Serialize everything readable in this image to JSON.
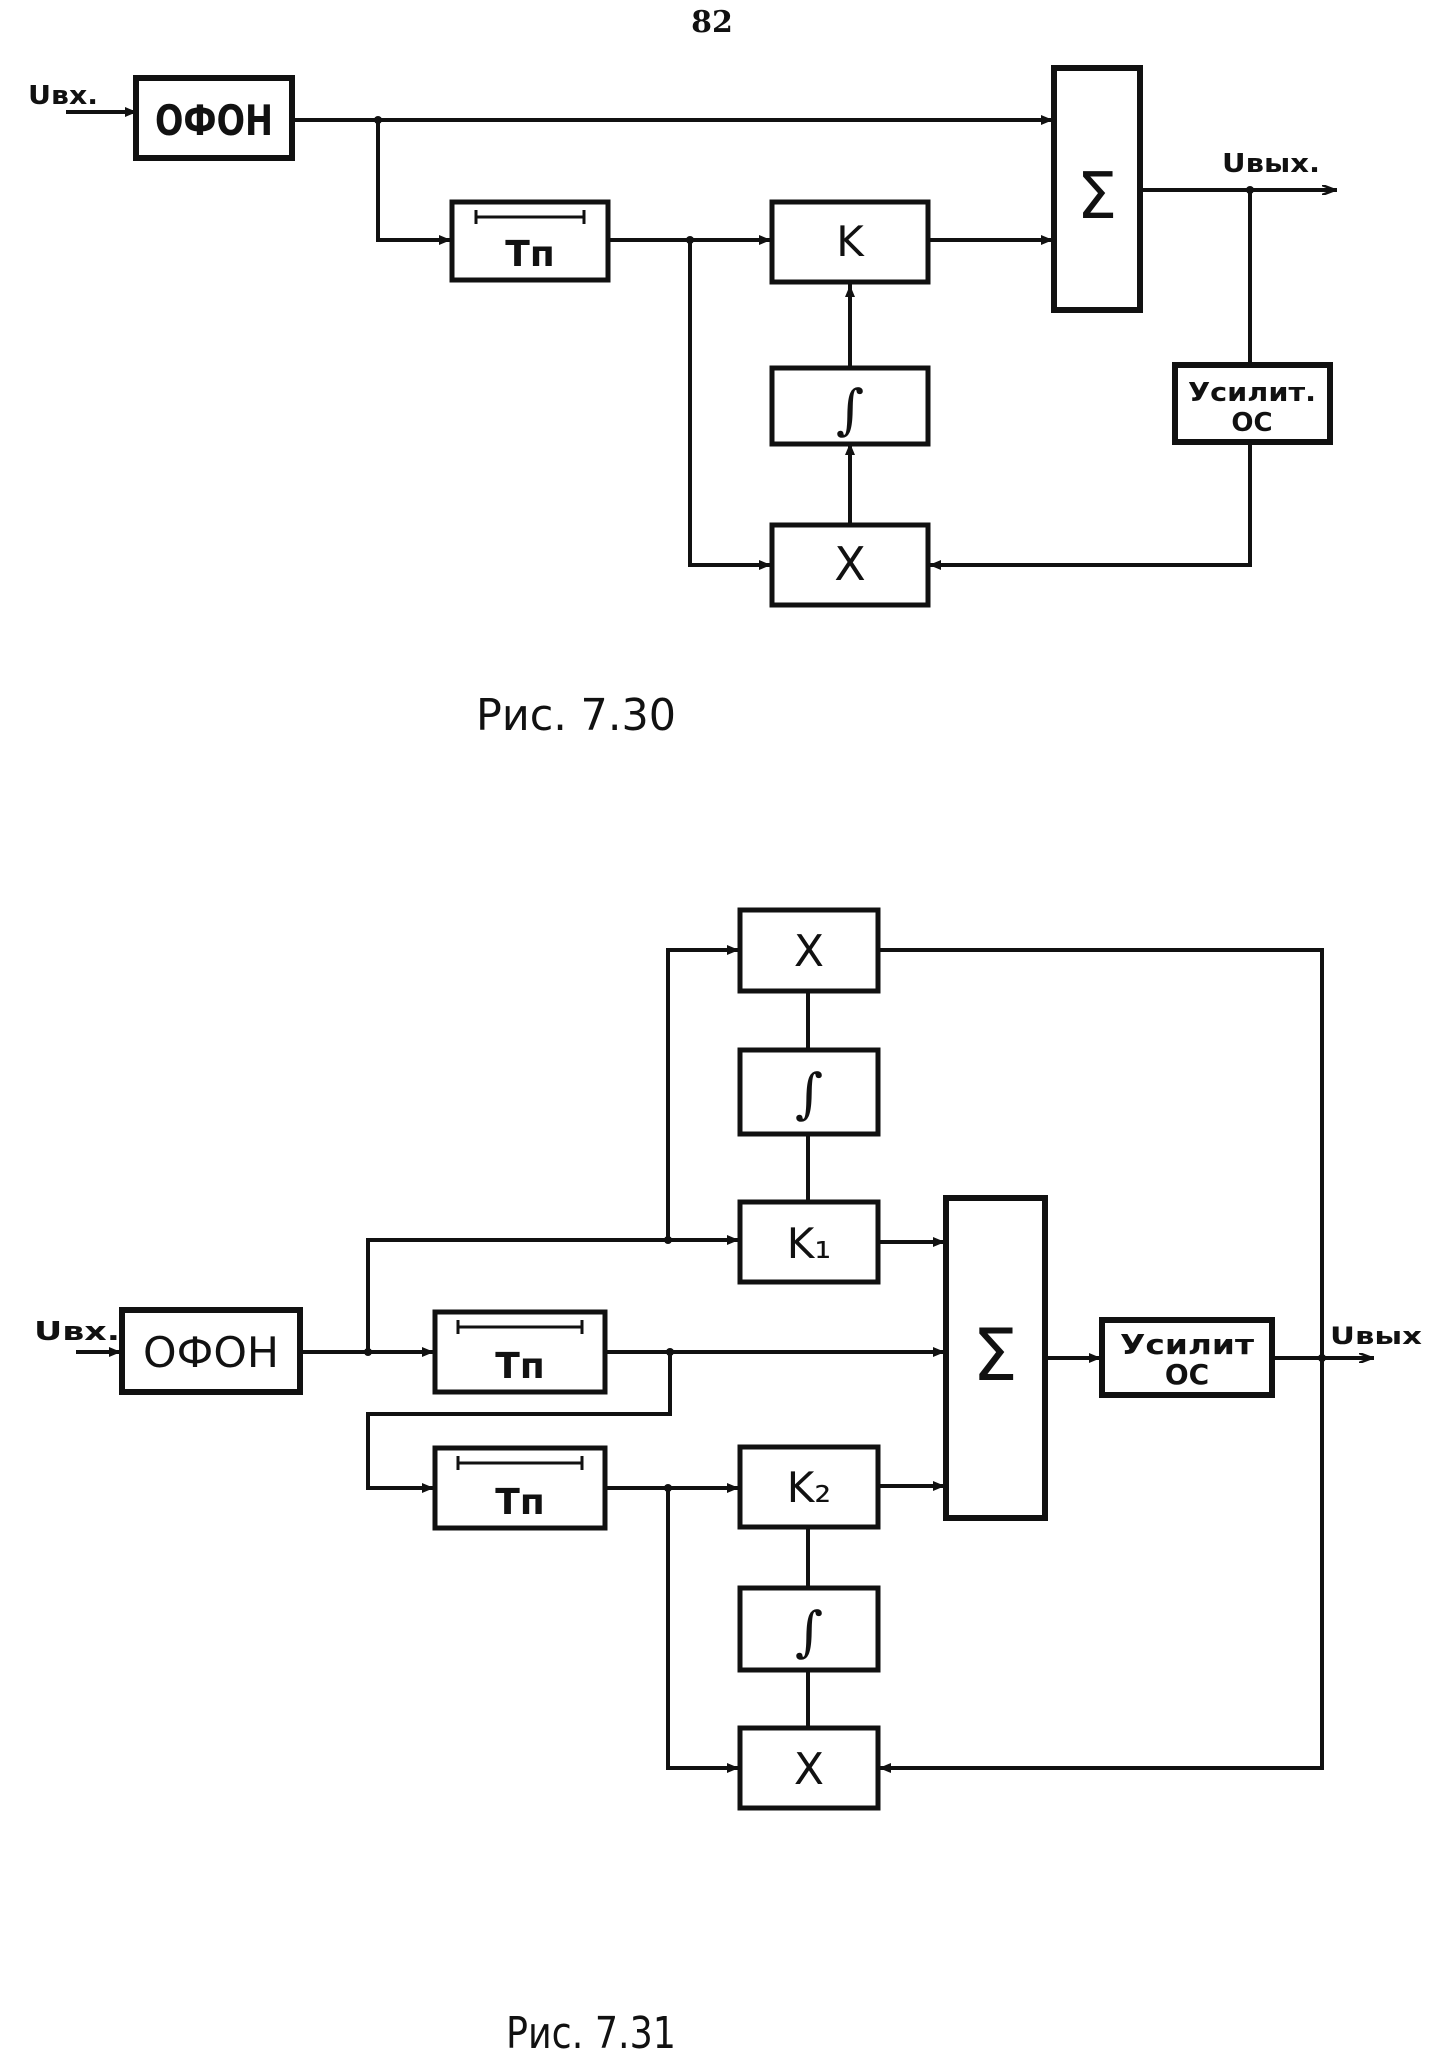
{
  "page_number": "82",
  "fig1": {
    "caption": "Рис. 7.30",
    "input_label": "Uвх.",
    "output_label": "Uвых.",
    "blocks": {
      "ofon": "ОФОН",
      "delay": "Тп",
      "gain": "K",
      "integrator": "∫",
      "multiplier": "X",
      "summer": "Σ",
      "feedback_amp_line1": "Усилит.",
      "feedback_amp_line2": "ОС"
    }
  },
  "fig2": {
    "caption": "Рис. 7.31",
    "input_label": "Uвх.",
    "output_label": "Uвых",
    "blocks": {
      "ofon": "ОФОН",
      "delay_1": "Тп",
      "delay_2": "Тп",
      "gain_1": "K₁",
      "gain_2": "K₂",
      "integrator_1": "∫",
      "integrator_2": "∫",
      "multiplier_1": "X",
      "multiplier_2": "X",
      "summer": "Σ",
      "feedback_amp_line1": "Усилит",
      "feedback_amp_line2": "ОС"
    }
  }
}
